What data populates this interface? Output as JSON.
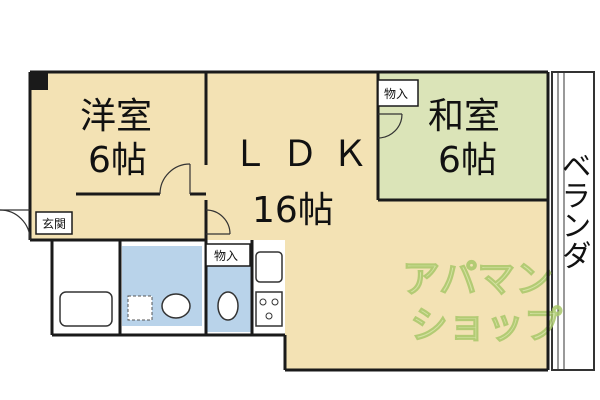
{
  "rooms": {
    "western": {
      "name": "洋室",
      "size": "6帖"
    },
    "ldk": {
      "name": "ＬＤＫ",
      "size": "16帖"
    },
    "japanese": {
      "name": "和室",
      "size": "6帖"
    }
  },
  "labels": {
    "storage_top": "物入",
    "storage_mid": "物入",
    "entrance": "玄関",
    "veranda": "ベランダ"
  },
  "watermark": {
    "line1": "アパマン",
    "line2": "ショップ"
  },
  "colors": {
    "western_room": "#f3e2b4",
    "ldk": "#f3e2b4",
    "japanese_room": "#dbe4b8",
    "bathroom": "#b9d3ea",
    "wall": "#1a1a1a",
    "watermark": "#cfe3a0"
  }
}
